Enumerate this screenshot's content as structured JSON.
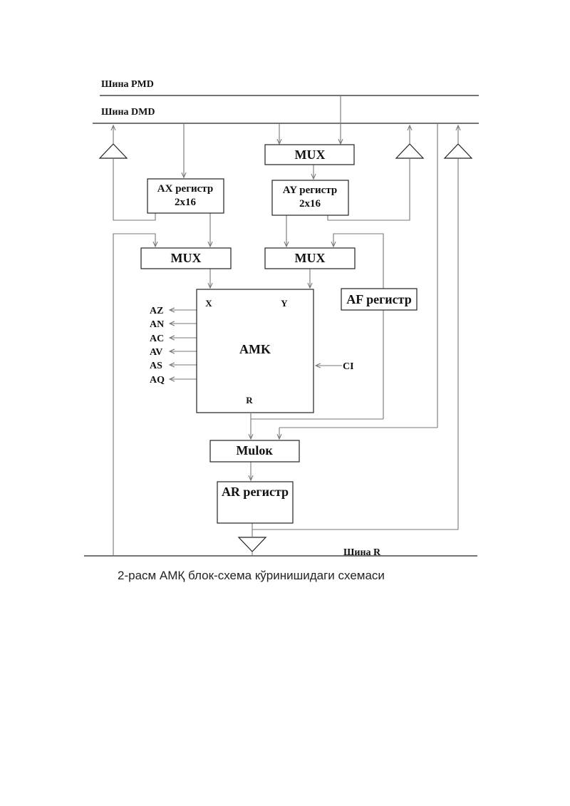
{
  "buses": {
    "pmd": "Шина PMD",
    "dmd": "Шина DMD",
    "r": "Шина R"
  },
  "blocks": {
    "mux_top": "MUX",
    "ax_line1": "AX регистр",
    "ax_line2": "2x16",
    "ay_line1": "AY регистр",
    "ay_line2": "2x16",
    "mux_left": "MUX",
    "mux_right": "MUX",
    "af": "AF регистр",
    "amk": "AMK",
    "mulok": "Мulок",
    "ar": "AR регистр"
  },
  "alu_ports": {
    "x": "X",
    "y": "Y",
    "r": "R",
    "ci": "CI"
  },
  "flags": [
    "AZ",
    "AN",
    "AC",
    "AV",
    "AS",
    "AQ"
  ],
  "caption": "2-расм АМҚ  блок-схема кўринишидаги схемаси"
}
